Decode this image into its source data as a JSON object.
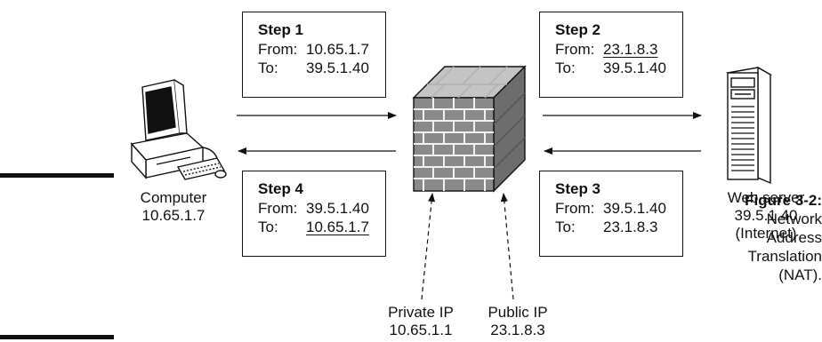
{
  "figure": {
    "label": "Figure 3-2:",
    "caption_lines": [
      "Network",
      "Address",
      "Translation",
      "(NAT)."
    ]
  },
  "computer": {
    "name": "Computer",
    "ip": "10.65.1.7"
  },
  "server": {
    "name": "Web server",
    "ip": "39.5.1.40",
    "note": "(Internet)"
  },
  "steps": {
    "step1": {
      "title": "Step 1",
      "from_label": "From:",
      "from": "10.65.1.7",
      "to_label": "To:",
      "to": "39.5.1.40"
    },
    "step2": {
      "title": "Step 2",
      "from_label": "From:",
      "from": "23.1.8.3",
      "to_label": "To:",
      "to": "39.5.1.40"
    },
    "step3": {
      "title": "Step 3",
      "from_label": "From:",
      "from": "39.5.1.40",
      "to_label": "To:",
      "to": "23.1.8.3"
    },
    "step4": {
      "title": "Step 4",
      "from_label": "From:",
      "from": "39.5.1.40",
      "to_label": "To:",
      "to": "10.65.1.7"
    }
  },
  "firewall": {
    "private": {
      "label": "Private IP",
      "ip": "10.65.1.1"
    },
    "public": {
      "label": "Public IP",
      "ip": "23.1.8.3"
    }
  },
  "colors": {
    "line": "#111111",
    "brick_face": "#8a8a8a",
    "brick_top": "#c4c4c4",
    "brick_side": "#6d6d6d"
  }
}
